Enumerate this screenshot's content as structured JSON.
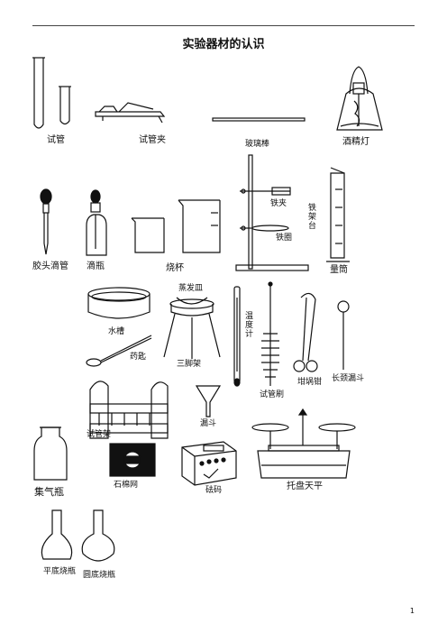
{
  "title": "实验器材的认识",
  "page_number": "1",
  "labels": {
    "test_tube": "试管",
    "test_tube_clamp": "试管夹",
    "glass_rod": "玻璃棒",
    "alcohol_lamp": "酒精灯",
    "dropper": "胶头滴管",
    "dropping_bottle": "滴瓶",
    "beaker": "烧杯",
    "iron_clamp": "铁夹",
    "iron_stand": "铁架台",
    "iron_ring": "铁圈",
    "graduated_cylinder": "量筒",
    "water_trough": "水槽",
    "evaporating_dish": "蒸发皿",
    "spatula": "药匙",
    "tripod": "三脚架",
    "thermometer": "温度计",
    "test_tube_brush": "试管刷",
    "crucible_tongs": "坩埚钳",
    "long_funnel": "长颈漏斗",
    "test_tube_rack": "试管架",
    "funnel": "漏斗",
    "gas_jar": "集气瓶",
    "asbestos_net": "石棉网",
    "weights": "砝码",
    "balance": "托盘天平",
    "flat_flask": "平底烧瓶",
    "round_flask": "圆底烧瓶"
  }
}
